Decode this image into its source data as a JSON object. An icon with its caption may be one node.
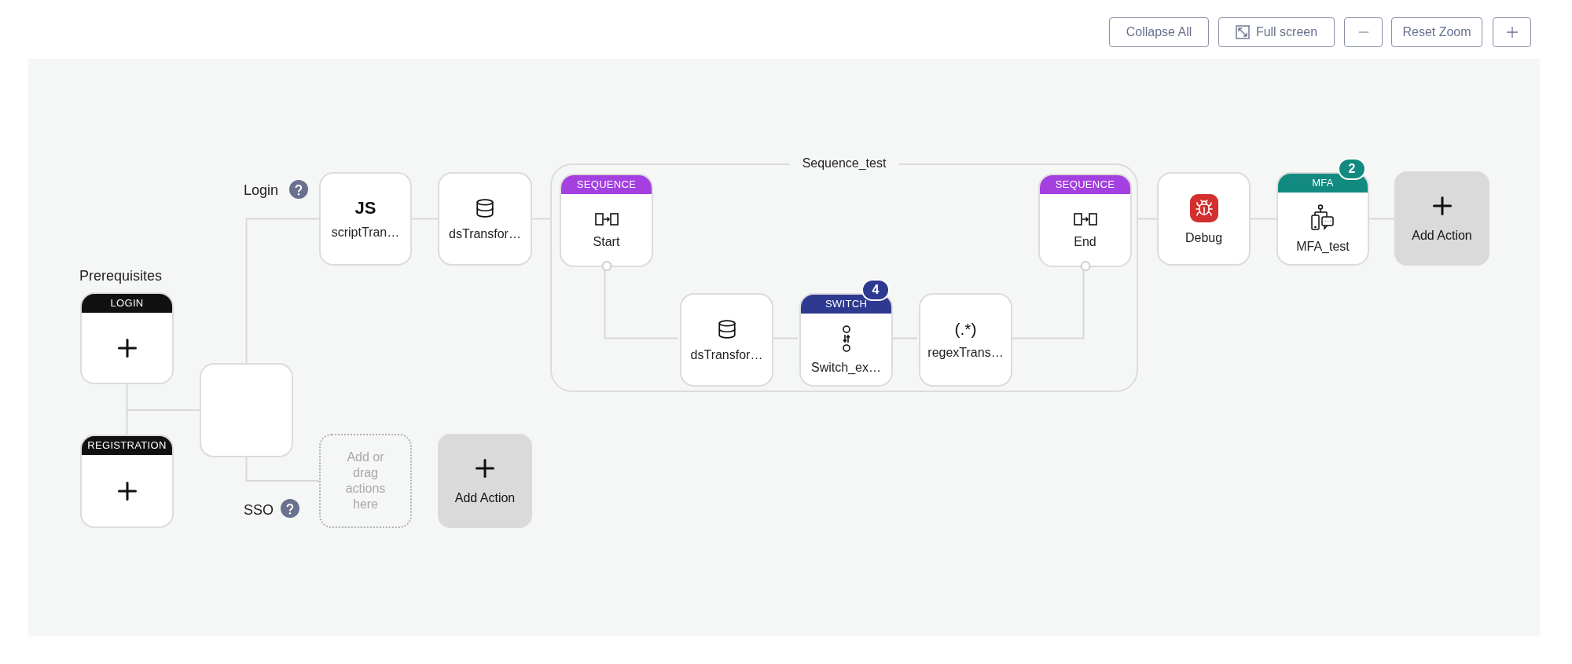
{
  "diagram": {
    "nodes": [
      {
        "text": [
          "LOGIN"
        ]
      },
      {
        "text": [
          "REGISTRATION"
        ]
      },
      {
        "text": [],
        "shape": "box"
      },
      {
        "text": [
          "JS",
          "scriptTran…"
        ]
      },
      {
        "text": [
          "dsTransfor…"
        ]
      },
      {
        "text": [
          "Sequence_test"
        ]
      },
      {
        "text": [
          "SEQUENCE",
          "Start"
        ],
        "in": 5
      },
      {
        "text": [
          "SEQUENCE",
          "End"
        ],
        "in": 5
      },
      {
        "text": [
          "dsTransfor…"
        ],
        "in": 5
      },
      {
        "text": [
          "SWITCH",
          "Switch_ex…"
        ],
        "in": 5,
        "beside": [
          "4"
        ]
      },
      {
        "text": [
          "(.*)",
          "regexTrans…"
        ],
        "in": 5
      },
      {
        "text": [
          "Debug"
        ]
      },
      {
        "text": [
          "MFA",
          "MFA_test"
        ],
        "beside": [
          "2"
        ]
      },
      {
        "text": [
          "Add Action"
        ]
      },
      {
        "text": [
          "Add or drag actions here"
        ]
      },
      {
        "text": [
          "Add Action"
        ]
      }
    ],
    "edges": [
      {
        "from": 0,
        "to": 2,
        "arrow": "none"
      },
      {
        "from": 1,
        "to": 2,
        "arrow": "none"
      },
      {
        "from": 2,
        "to": 3,
        "arrow": "none"
      },
      {
        "from": 2,
        "to": 14,
        "arrow": "none"
      },
      {
        "from": 3,
        "to": 4,
        "arrow": "none"
      },
      {
        "from": 4,
        "to": 5,
        "arrow": "none"
      },
      {
        "from": 5,
        "to": 11,
        "arrow": "none"
      },
      {
        "from": 6,
        "to": 8,
        "arrow": "none"
      },
      {
        "from": 8,
        "to": 9,
        "arrow": "none"
      },
      {
        "from": 9,
        "to": 10,
        "arrow": "none"
      },
      {
        "from": 10,
        "to": 7,
        "arrow": "none"
      },
      {
        "from": 11,
        "to": 12,
        "arrow": "none"
      },
      {
        "from": 12,
        "to": 13,
        "arrow": "none"
      }
    ],
    "labels": [
      "Collapse All",
      "Full screen",
      "Reset Zoom",
      "Login",
      "Prerequisites",
      "SSO"
    ]
  }
}
